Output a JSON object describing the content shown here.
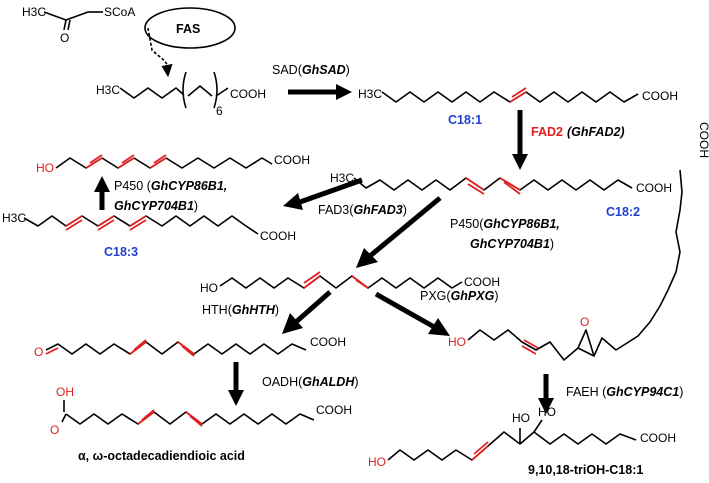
{
  "primer": {
    "methyl": "H3C",
    "thioester": "SCoA",
    "oxygen": "O",
    "enzyme_complex": "FAS"
  },
  "palmitate": {
    "methyl": "H3C",
    "repeat_count": "6",
    "acid": "COOH"
  },
  "c18_1": {
    "methyl": "H3C",
    "acid": "COOH",
    "name": "C18:1"
  },
  "c18_2": {
    "methyl": "H3C",
    "acid": "COOH",
    "name": "C18:2"
  },
  "c18_3": {
    "methyl": "H3C",
    "acid": "COOH",
    "name": "C18:3"
  },
  "omega_oh_c18_3": {
    "hydroxyl": "HO",
    "acid": "COOH"
  },
  "omega_oh_c18_2": {
    "hydroxyl": "HO",
    "acid": "COOH"
  },
  "aldehyde": {
    "oxo": "O",
    "acid": "COOH"
  },
  "diacid": {
    "acid_oh": "OH",
    "acid_o": "O",
    "acid": "COOH",
    "name": "α, ω-octadecadiendioic acid"
  },
  "epoxide": {
    "hydroxyl": "HO",
    "ring_o": "O",
    "acid": "COOH"
  },
  "triol": {
    "hydroxyl": "HO",
    "oh9": "HO",
    "oh10": "HO",
    "acid": "COOH",
    "name": "9,10,18-triOH-C18:1"
  },
  "enzymes": {
    "sad": "SAD(",
    "sad_gene": "GhSAD",
    "sad_close": ")",
    "fad2": "FAD2",
    "fad2_gene": "(GhFAD2)",
    "fad3": "FAD3(",
    "fad3_gene": "GhFAD3",
    "fad3_close": ")",
    "p450_left_1": "P450 (",
    "p450_left_1_gene": "GhCYP86B1,",
    "p450_left_2_gene": "GhCYP704B1",
    "p450_left_2_close": ")",
    "p450_mid_1": "P450(",
    "p450_mid_1_gene": "GhCYP86B1,",
    "p450_mid_2_gene": "GhCYP704B1",
    "p450_mid_2_close": ")",
    "hth": "HTH(",
    "hth_gene": "GhHTH",
    "hth_close": ")",
    "pxg": "PXG(",
    "pxg_gene": "GhPXG",
    "pxg_close": ")",
    "oadh": "OADH(",
    "oadh_gene": "GhALDH",
    "oadh_close": ")",
    "faeh": "FAEH (",
    "faeh_gene": "GhCYP94C1",
    "faeh_close": ")"
  },
  "colors": {
    "highlight_red": "#e0201f",
    "species_blue": "#1f3fcf",
    "ink": "#000000"
  }
}
